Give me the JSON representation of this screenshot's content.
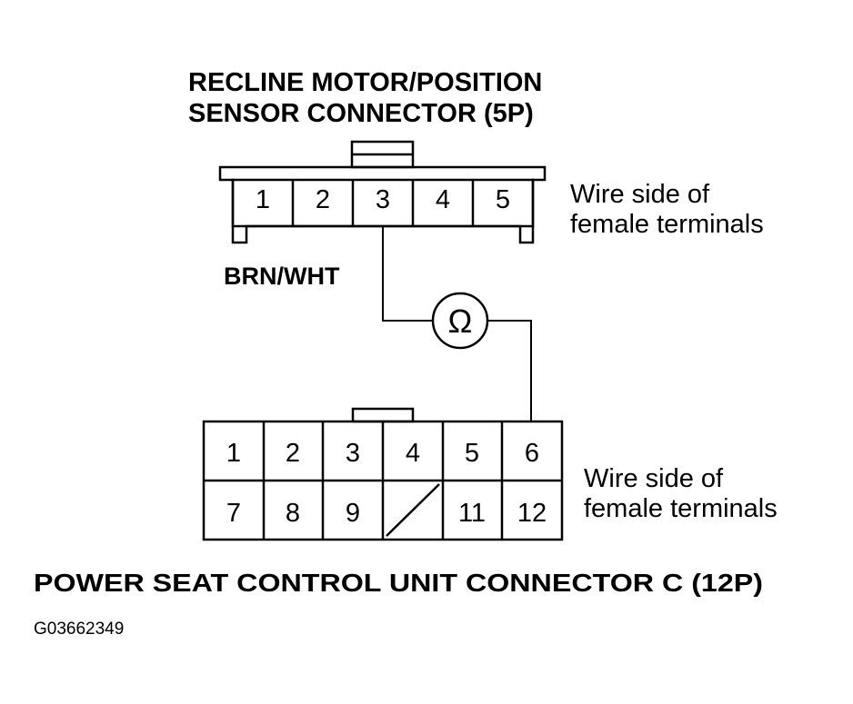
{
  "top_connector": {
    "title_line1": "RECLINE MOTOR/POSITION",
    "title_line2": "SENSOR CONNECTOR (5P)",
    "terminals": [
      "1",
      "2",
      "3",
      "4",
      "5"
    ],
    "note_line1": "Wire side of",
    "note_line2": "female terminals"
  },
  "wire_label": "BRN/WHT",
  "meter_symbol": "Ω",
  "bottom_connector": {
    "row1": [
      "1",
      "2",
      "3",
      "4",
      "5",
      "6"
    ],
    "row2": [
      "7",
      "8",
      "9",
      "",
      "11",
      "12"
    ],
    "note_line1": "Wire side of",
    "note_line2": "female terminals",
    "title": "POWER SEAT CONTROL UNIT CONNECTOR C (12P)"
  },
  "figure_id": "G03662349"
}
